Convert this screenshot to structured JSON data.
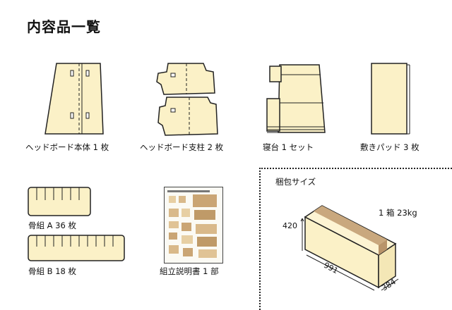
{
  "title": "内容品一覧",
  "items": [
    {
      "label": "ヘッドボード本体 1 枚"
    },
    {
      "label": "ヘッドボード支柱 2 枚"
    },
    {
      "label": "寝台 1 セット"
    },
    {
      "label": "敷きパッド 3 枚"
    },
    {
      "label": "骨組 A 36 枚"
    },
    {
      "label": "骨組 B 18 枚"
    },
    {
      "label": "組立説明書 1 部"
    }
  ],
  "package": {
    "title": "梱包サイズ",
    "weight": "1 箱 23kg",
    "height": "420",
    "length": "991",
    "depth": "384"
  },
  "colors": {
    "cardboard": "#fbf1c7",
    "tape": "#c9a87e",
    "outline": "#222222"
  }
}
